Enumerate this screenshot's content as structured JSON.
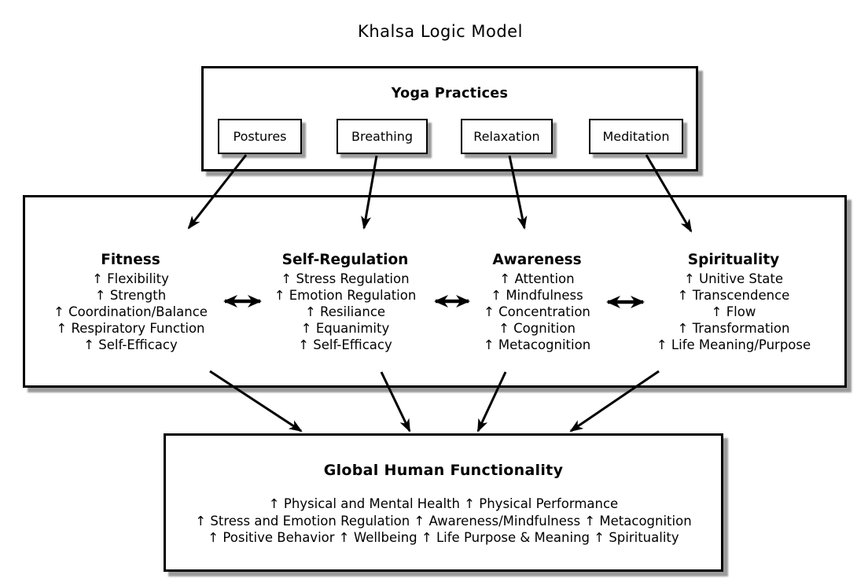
{
  "title": "Khalsa Logic Model",
  "yoga": {
    "title": "Yoga Practices",
    "practices": [
      "Postures",
      "Breathing",
      "Relaxation",
      "Meditation"
    ]
  },
  "constructs": [
    {
      "title": "Fitness",
      "items": [
        "↑ Flexibility",
        "↑ Strength",
        "↑ Coordination/Balance",
        "↑ Respiratory Function",
        "↑ Self-Efficacy"
      ]
    },
    {
      "title": "Self-Regulation",
      "items": [
        "↑ Stress Regulation",
        "↑ Emotion Regulation",
        "↑ Resiliance",
        "↑ Equanimity",
        "↑ Self-Efficacy"
      ]
    },
    {
      "title": "Awareness",
      "items": [
        "↑ Attention",
        "↑ Mindfulness",
        "↑ Concentration",
        "↑ Cognition",
        "↑ Metacognition"
      ]
    },
    {
      "title": "Spirituality",
      "items": [
        "↑ Unitive State",
        "↑ Transcendence",
        "↑ Flow",
        "↑ Transformation",
        "↑ Life Meaning/Purpose"
      ]
    }
  ],
  "outcome": {
    "title": "Global Human Functionality",
    "lines": [
      "↑ Physical and Mental Health ↑ Physical Performance",
      "↑ Stress and Emotion Regulation ↑ Awareness/Mindfulness ↑ Metacognition",
      "↑ Positive Behavior ↑ Wellbeing ↑ Life Purpose & Meaning ↑ Spirituality"
    ]
  },
  "colors": {
    "ink": "#000000",
    "background": "#ffffff",
    "shadow": "#9a9a9a"
  }
}
